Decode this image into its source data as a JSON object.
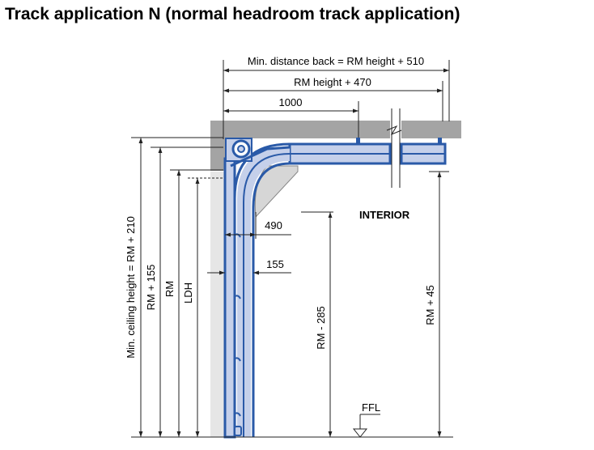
{
  "title": "Track application N (normal headroom track application)",
  "labels": {
    "min_distance_back": "Min. distance back = RM height + 510",
    "rm_height_470": "RM height + 470",
    "dim_1000": "1000",
    "interior": "INTERIOR",
    "dim_490": "490",
    "dim_155": "155",
    "min_ceiling_height": "Min. ceiling height = RM + 210",
    "rm_155": "RM + 155",
    "rm": "RM",
    "ldh": "LDH",
    "rm_minus_285": "RM - 285",
    "rm_plus_45": "RM + 45",
    "ffl": "FFL"
  },
  "colors": {
    "track_blue": "#2a5aa8",
    "door_fill": "#c5d0ea",
    "ceiling_gray": "#a4a4a4",
    "wall_light": "#dcdcdc",
    "dimension_line": "#222222"
  }
}
